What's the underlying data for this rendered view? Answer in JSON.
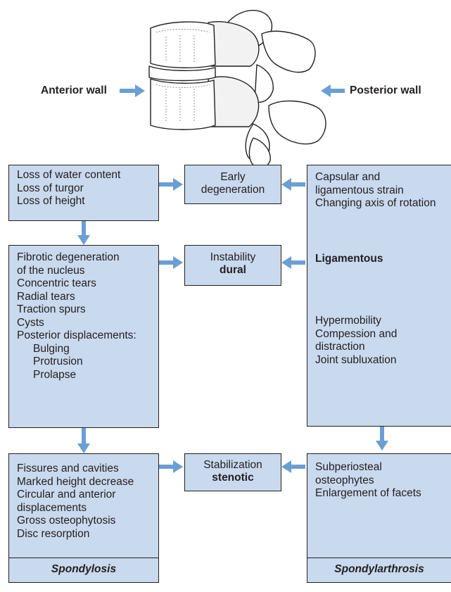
{
  "walls": {
    "anterior": "Anterior wall",
    "posterior": "Posterior wall"
  },
  "left_column": {
    "box1": [
      "Loss of water content",
      "Loss of turgor",
      "Loss of height"
    ],
    "box2": [
      "Fibrotic degeneration",
      "of the nucleus",
      "Concentric tears",
      "Radial tears",
      "Traction spurs",
      "Cysts",
      "Posterior displacements:"
    ],
    "box2_indented": [
      "Bulging",
      "Protrusion",
      "Prolapse"
    ],
    "box3": [
      "Fissures and cavities",
      "Marked height decrease",
      "Circular and anterior",
      "displacements",
      "Gross osteophytosis",
      "Disc resorption"
    ],
    "footer": "Spondylosis"
  },
  "middle_column": {
    "stage1": [
      "Early",
      "degeneration"
    ],
    "stage2": {
      "line1": "Instability",
      "line2": "dural"
    },
    "stage3": {
      "line1": "Stabilization",
      "line2": "stenotic"
    }
  },
  "right_column": {
    "top": [
      "Capsular and",
      "ligamentous strain",
      "Changing axis of rotation"
    ],
    "heading": "Ligamentous",
    "mid": [
      "Hypermobility",
      "Compession and",
      "distraction",
      "Joint subluxation"
    ],
    "box2": [
      "Subperiosteal",
      "osteophytes",
      "Enlargement of facets"
    ],
    "footer": "Spondylarthrosis"
  },
  "colors": {
    "box_fill": "#c9d9ee",
    "arrow": "#6b9fd4",
    "outline": "#231f20"
  }
}
